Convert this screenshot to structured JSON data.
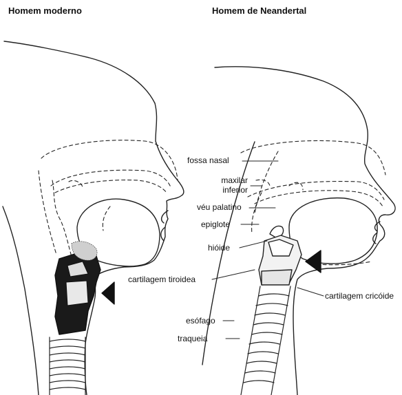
{
  "titles": {
    "modern": "Homem moderno",
    "neanderthal": "Homem de Neandertal"
  },
  "labels": {
    "fossa_nasal": "fossa nasal",
    "maxilar": "maxilar",
    "inferior": "inferior",
    "veu_palatino": "véu palatino",
    "epiglote": "epiglote",
    "hioide": "hióide",
    "cartilagem_tiroidea": "cartilagem tiroidea",
    "cartilagem_cricoide": "cartilagem cricóide",
    "esofago": "esófago",
    "traqueia": "traqueia"
  }
}
